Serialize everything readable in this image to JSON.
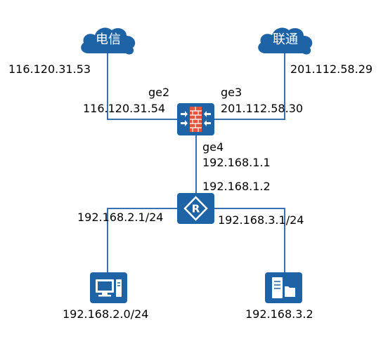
{
  "colors": {
    "node_fill": "#1f63a7",
    "link": "#3a6fb0",
    "cloud": "#1f63a7",
    "firewall_brick": "#e2543b"
  },
  "isp_clouds": {
    "telecom": {
      "label": "电信",
      "ip": "116.120.31.53"
    },
    "unicom": {
      "label": "联通",
      "ip": "201.112.58.29"
    }
  },
  "firewall": {
    "icon": "firewall-icon",
    "ge2": {
      "name": "ge2",
      "ip": "116.120.31.54"
    },
    "ge3": {
      "name": "ge3",
      "ip": "201.112.58.30"
    },
    "ge4": {
      "name": "ge4",
      "ip": "192.168.1.1"
    }
  },
  "router": {
    "icon": "router-icon",
    "uplink_ip": "192.168.1.2",
    "left_ip": "192.168.2.1/24",
    "right_ip": "192.168.3.1/24"
  },
  "hosts": {
    "pc": {
      "icon": "pc-icon",
      "ip": "192.168.2.0/24"
    },
    "server": {
      "icon": "server-icon",
      "ip": "192.168.3.2"
    }
  }
}
